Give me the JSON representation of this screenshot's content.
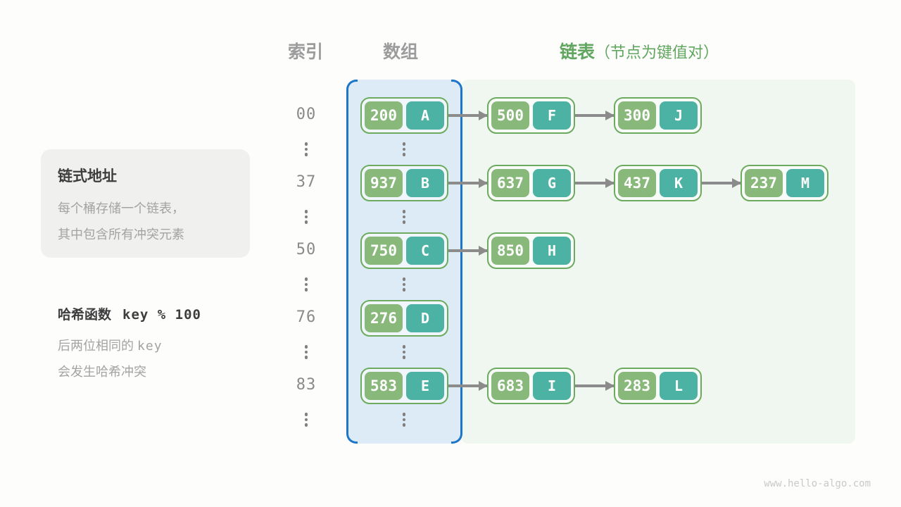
{
  "headers": {
    "index": "索引",
    "array": "数组",
    "list": "链表",
    "list_note": "（节点为键值对）"
  },
  "info_box": {
    "title": "链式地址",
    "line1": "每个桶存储一个链表，",
    "line2": "其中包含所有冲突元素"
  },
  "hash_note": {
    "title": "哈希函数",
    "formula": "key % 100",
    "line2_prefix": "后两位相同的 ",
    "line2_mono": "key",
    "line3": "会发生哈希冲突"
  },
  "rows": [
    {
      "index": "00",
      "nodes": [
        {
          "key": "200",
          "value": "A"
        },
        {
          "key": "500",
          "value": "F"
        },
        {
          "key": "300",
          "value": "J"
        }
      ]
    },
    {
      "index": "37",
      "nodes": [
        {
          "key": "937",
          "value": "B"
        },
        {
          "key": "637",
          "value": "G"
        },
        {
          "key": "437",
          "value": "K"
        },
        {
          "key": "237",
          "value": "M"
        }
      ]
    },
    {
      "index": "50",
      "nodes": [
        {
          "key": "750",
          "value": "C"
        },
        {
          "key": "850",
          "value": "H"
        }
      ]
    },
    {
      "index": "76",
      "nodes": [
        {
          "key": "276",
          "value": "D"
        }
      ]
    },
    {
      "index": "83",
      "nodes": [
        {
          "key": "583",
          "value": "E"
        },
        {
          "key": "683",
          "value": "I"
        },
        {
          "key": "283",
          "value": "L"
        }
      ]
    }
  ],
  "watermark": "www.hello-algo.com",
  "icons": {
    "arrow": {
      "name": "arrow-right-icon",
      "shape": "gray line with solid triangle head"
    },
    "ellipsis": {
      "name": "ellipsis-icon",
      "shape": "three vertical gray dots ⋮"
    },
    "array_brackets": {
      "name": "bracket-icon",
      "shape": "blue rounded square brackets"
    }
  },
  "colors": {
    "key_green": "#88b97b",
    "value_teal": "#4cb2a3",
    "node_border_green": "#6cab5e",
    "array_bg_blue": "#ddebf7",
    "array_border_blue": "#1e76c8",
    "list_bg_green": "#f0f7f0",
    "header_gray": "#9c9c9c",
    "list_header_green": "#61a65e",
    "text_dark": "#3d3d3d",
    "text_gray": "#a3a3a3",
    "arrow_gray": "#8b8b8b",
    "info_box_bg": "#f0f0ee",
    "watermark_gray": "#c9c9c9"
  }
}
